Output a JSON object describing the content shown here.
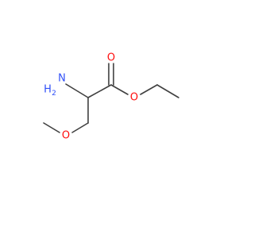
{
  "colors": {
    "bond": "#404040",
    "nitrogen": "#3050F8",
    "oxygen": "#FF0D0D"
  },
  "atoms": {
    "nh2_h": "H",
    "nh2_sub": "2",
    "nh2_n": "N",
    "carbonyl_o": "O",
    "ester_o": "O",
    "ether_o": "O"
  }
}
